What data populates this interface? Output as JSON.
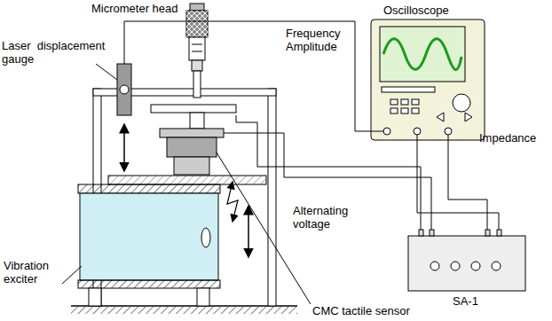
{
  "diagram": {
    "labels": [
      "Micrometer head",
      "Laser  displacement gauge",
      "Oscilloscope",
      "Frequency Amplitude",
      "Impedance",
      "Alternating voltage",
      "Vibration exciter",
      "SA-1",
      "CMC tactile sensor"
    ]
  }
}
